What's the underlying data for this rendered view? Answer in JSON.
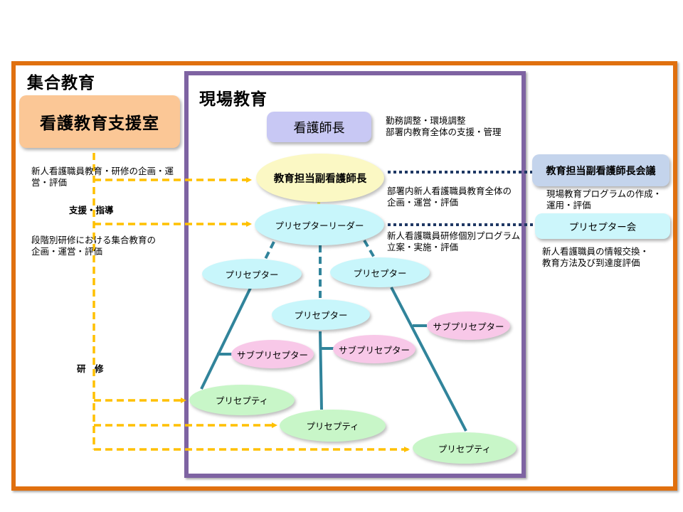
{
  "colors": {
    "outer_frame": "#e0700f",
    "inner_frame": "#7e63a2",
    "support_room": "#fbc796",
    "nurse_manager": "#c8c8f4",
    "vice_manager": "#fbf8c4",
    "preceptor": "#c8f6fb",
    "sub_preceptor": "#f8c8e8",
    "preceptee": "#c8f6c8",
    "vice_meeting": "#c4d4ec",
    "preceptor_meeting": "#ccf6fb",
    "yellow_arrow": "#ffc000",
    "teal_line": "#31849b",
    "navy_dots": "#1f3864"
  },
  "group_education": {
    "title": "集合教育",
    "support_room": "看護教育支援室",
    "desc_1": [
      "新人看護職員教育・研修の企画・運",
      "営・評価"
    ],
    "label_support": "支援・指導",
    "desc_2": [
      "段階別研修における集合教育の",
      "企画・運営・評価"
    ],
    "label_training": "研　修"
  },
  "onsite_education": {
    "title": "現場教育",
    "nurse_manager": "看護師長",
    "nurse_manager_desc": [
      "勤務調整・環境調整",
      "部署内教育全体の支援・管理"
    ],
    "vice_manager": "教育担当副看護師長",
    "vice_manager_desc": [
      "部署内新人看護職員教育全体の",
      "企画・運営・評価"
    ],
    "preceptor_leader": "プリセプターリーダー",
    "preceptor_leader_desc": [
      "新人看護職員研修個別プログラム",
      "立案・実施・評価"
    ],
    "preceptors": [
      "プリセプター",
      "プリセプター",
      "プリセプター"
    ],
    "sub_preceptors": [
      "サブプリセプター",
      "サブプリセプター",
      "サブプリセプター"
    ],
    "preceptees": [
      "プリセプティ",
      "プリセプティ",
      "プリセプティ"
    ]
  },
  "meetings": {
    "vice_meeting": "教育担当副看護師長会議",
    "vice_meeting_desc": [
      "現場教育プログラムの作成・",
      "運用・評価"
    ],
    "preceptor_meeting": "プリセプター会",
    "preceptor_meeting_desc": [
      "新人看護職員の情報交換・",
      "教育方法及び到達度評価"
    ]
  }
}
